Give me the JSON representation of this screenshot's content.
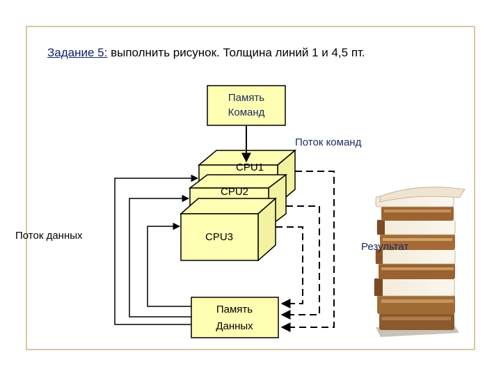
{
  "heading": {
    "task_label": "Задание 5:",
    "task_text": " выполнить рисунок. Толщина линий  1 и 4,5 пт."
  },
  "diagram": {
    "instr_memory": [
      "Память",
      "Команд"
    ],
    "instr_flow_label": "Поток команд",
    "cpu1_label": "CPU1",
    "cpu2_label": "CPU2",
    "cpu3_label": "CPU3",
    "data_flow_label": "Поток данных",
    "data_memory": [
      "Память",
      "Данных"
    ],
    "result_label": "Результат"
  },
  "colors": {
    "box_fill": "#ffffb3",
    "box_side": "#f2f2a0",
    "stroke": "#000000",
    "instr_text": "#1a2a5e",
    "frame": "#d8c7a6"
  },
  "icons": [
    "books-stack-icon"
  ]
}
